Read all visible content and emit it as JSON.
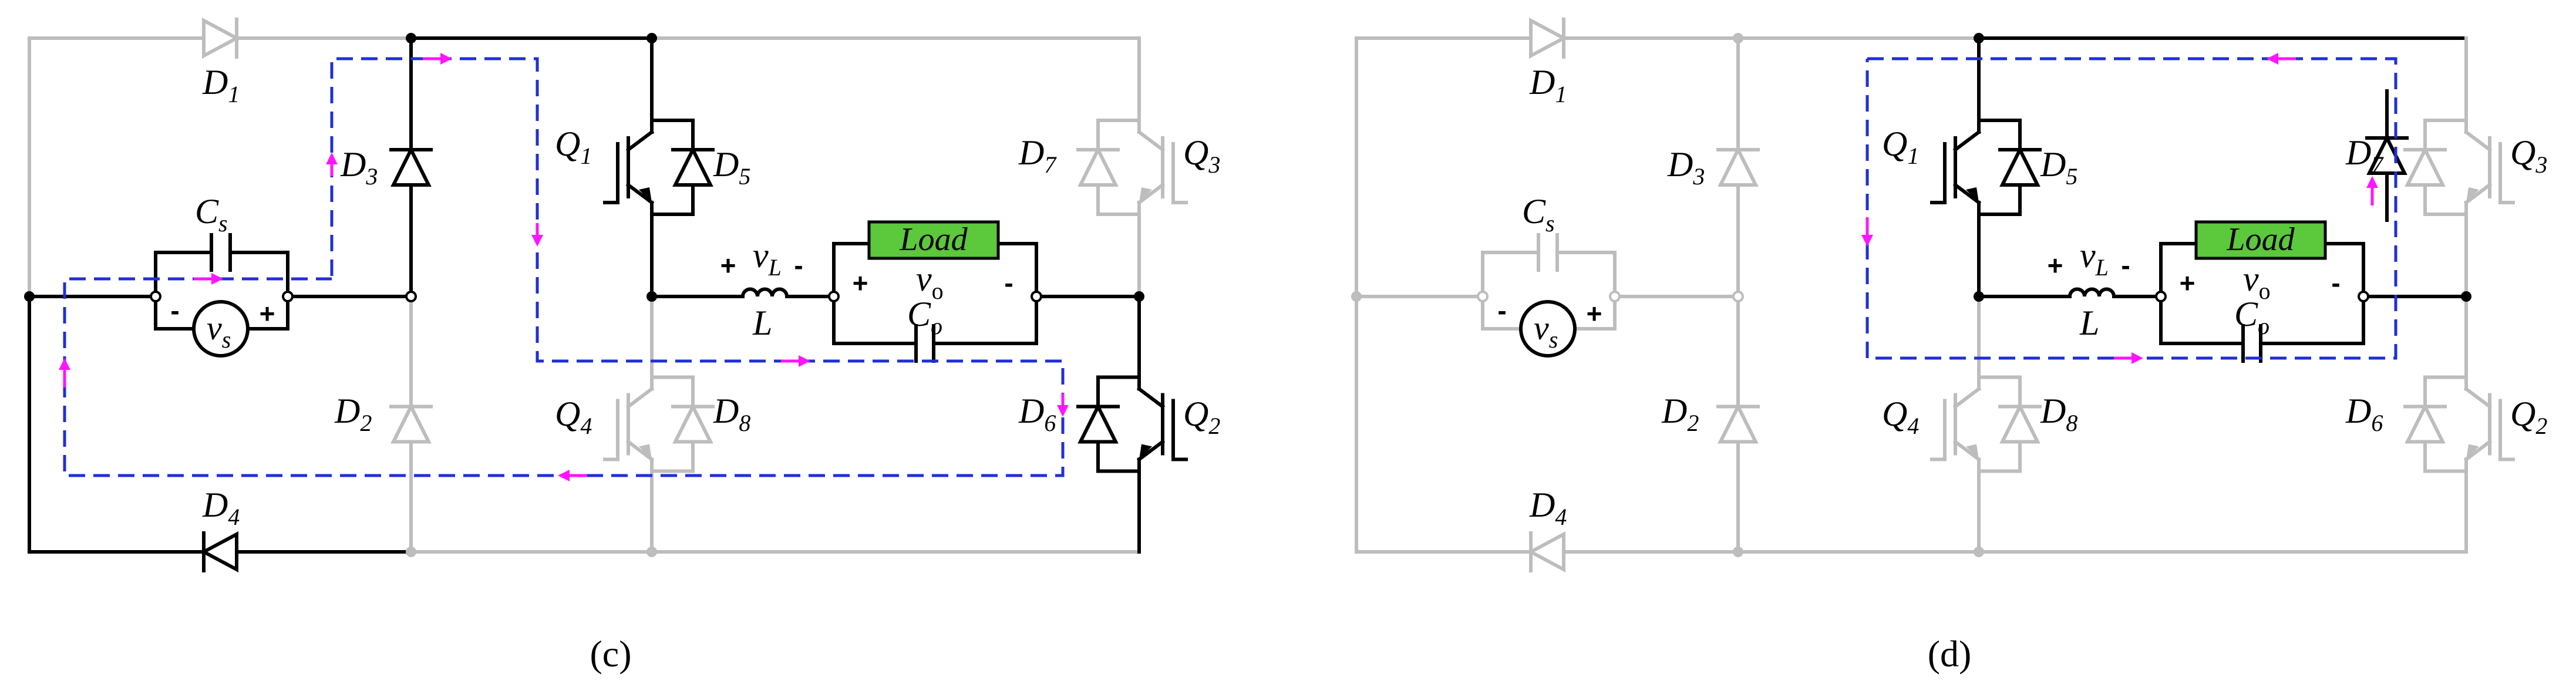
{
  "colors": {
    "active": "#000000",
    "inactive": "#bdbdbd",
    "current_path": "#1f2fd6",
    "arrow": "#ff14ff",
    "load_fill": "#5cc83c"
  },
  "labels": {
    "D1": "D",
    "D1_sub": "1",
    "D2": "D",
    "D2_sub": "2",
    "D3": "D",
    "D3_sub": "3",
    "D4": "D",
    "D4_sub": "4",
    "D5": "D",
    "D5_sub": "5",
    "D6": "D",
    "D6_sub": "6",
    "D7": "D",
    "D7_sub": "7",
    "D8": "D",
    "D8_sub": "8",
    "Q1": "Q",
    "Q1_sub": "1",
    "Q2": "Q",
    "Q2_sub": "2",
    "Q3": "Q",
    "Q3_sub": "3",
    "Q4": "Q",
    "Q4_sub": "4",
    "Cs": "C",
    "Cs_sub": "s",
    "vs": "v",
    "vs_sub": "s",
    "vL": "v",
    "vL_sub": "L",
    "L": "L",
    "load": "Load",
    "vo": "v",
    "vo_sub": "o",
    "Co": "C",
    "Co_sub": "o",
    "plus": "+",
    "minus": "-"
  },
  "panels": [
    {
      "caption": "(c)"
    },
    {
      "caption": "(d)"
    }
  ]
}
